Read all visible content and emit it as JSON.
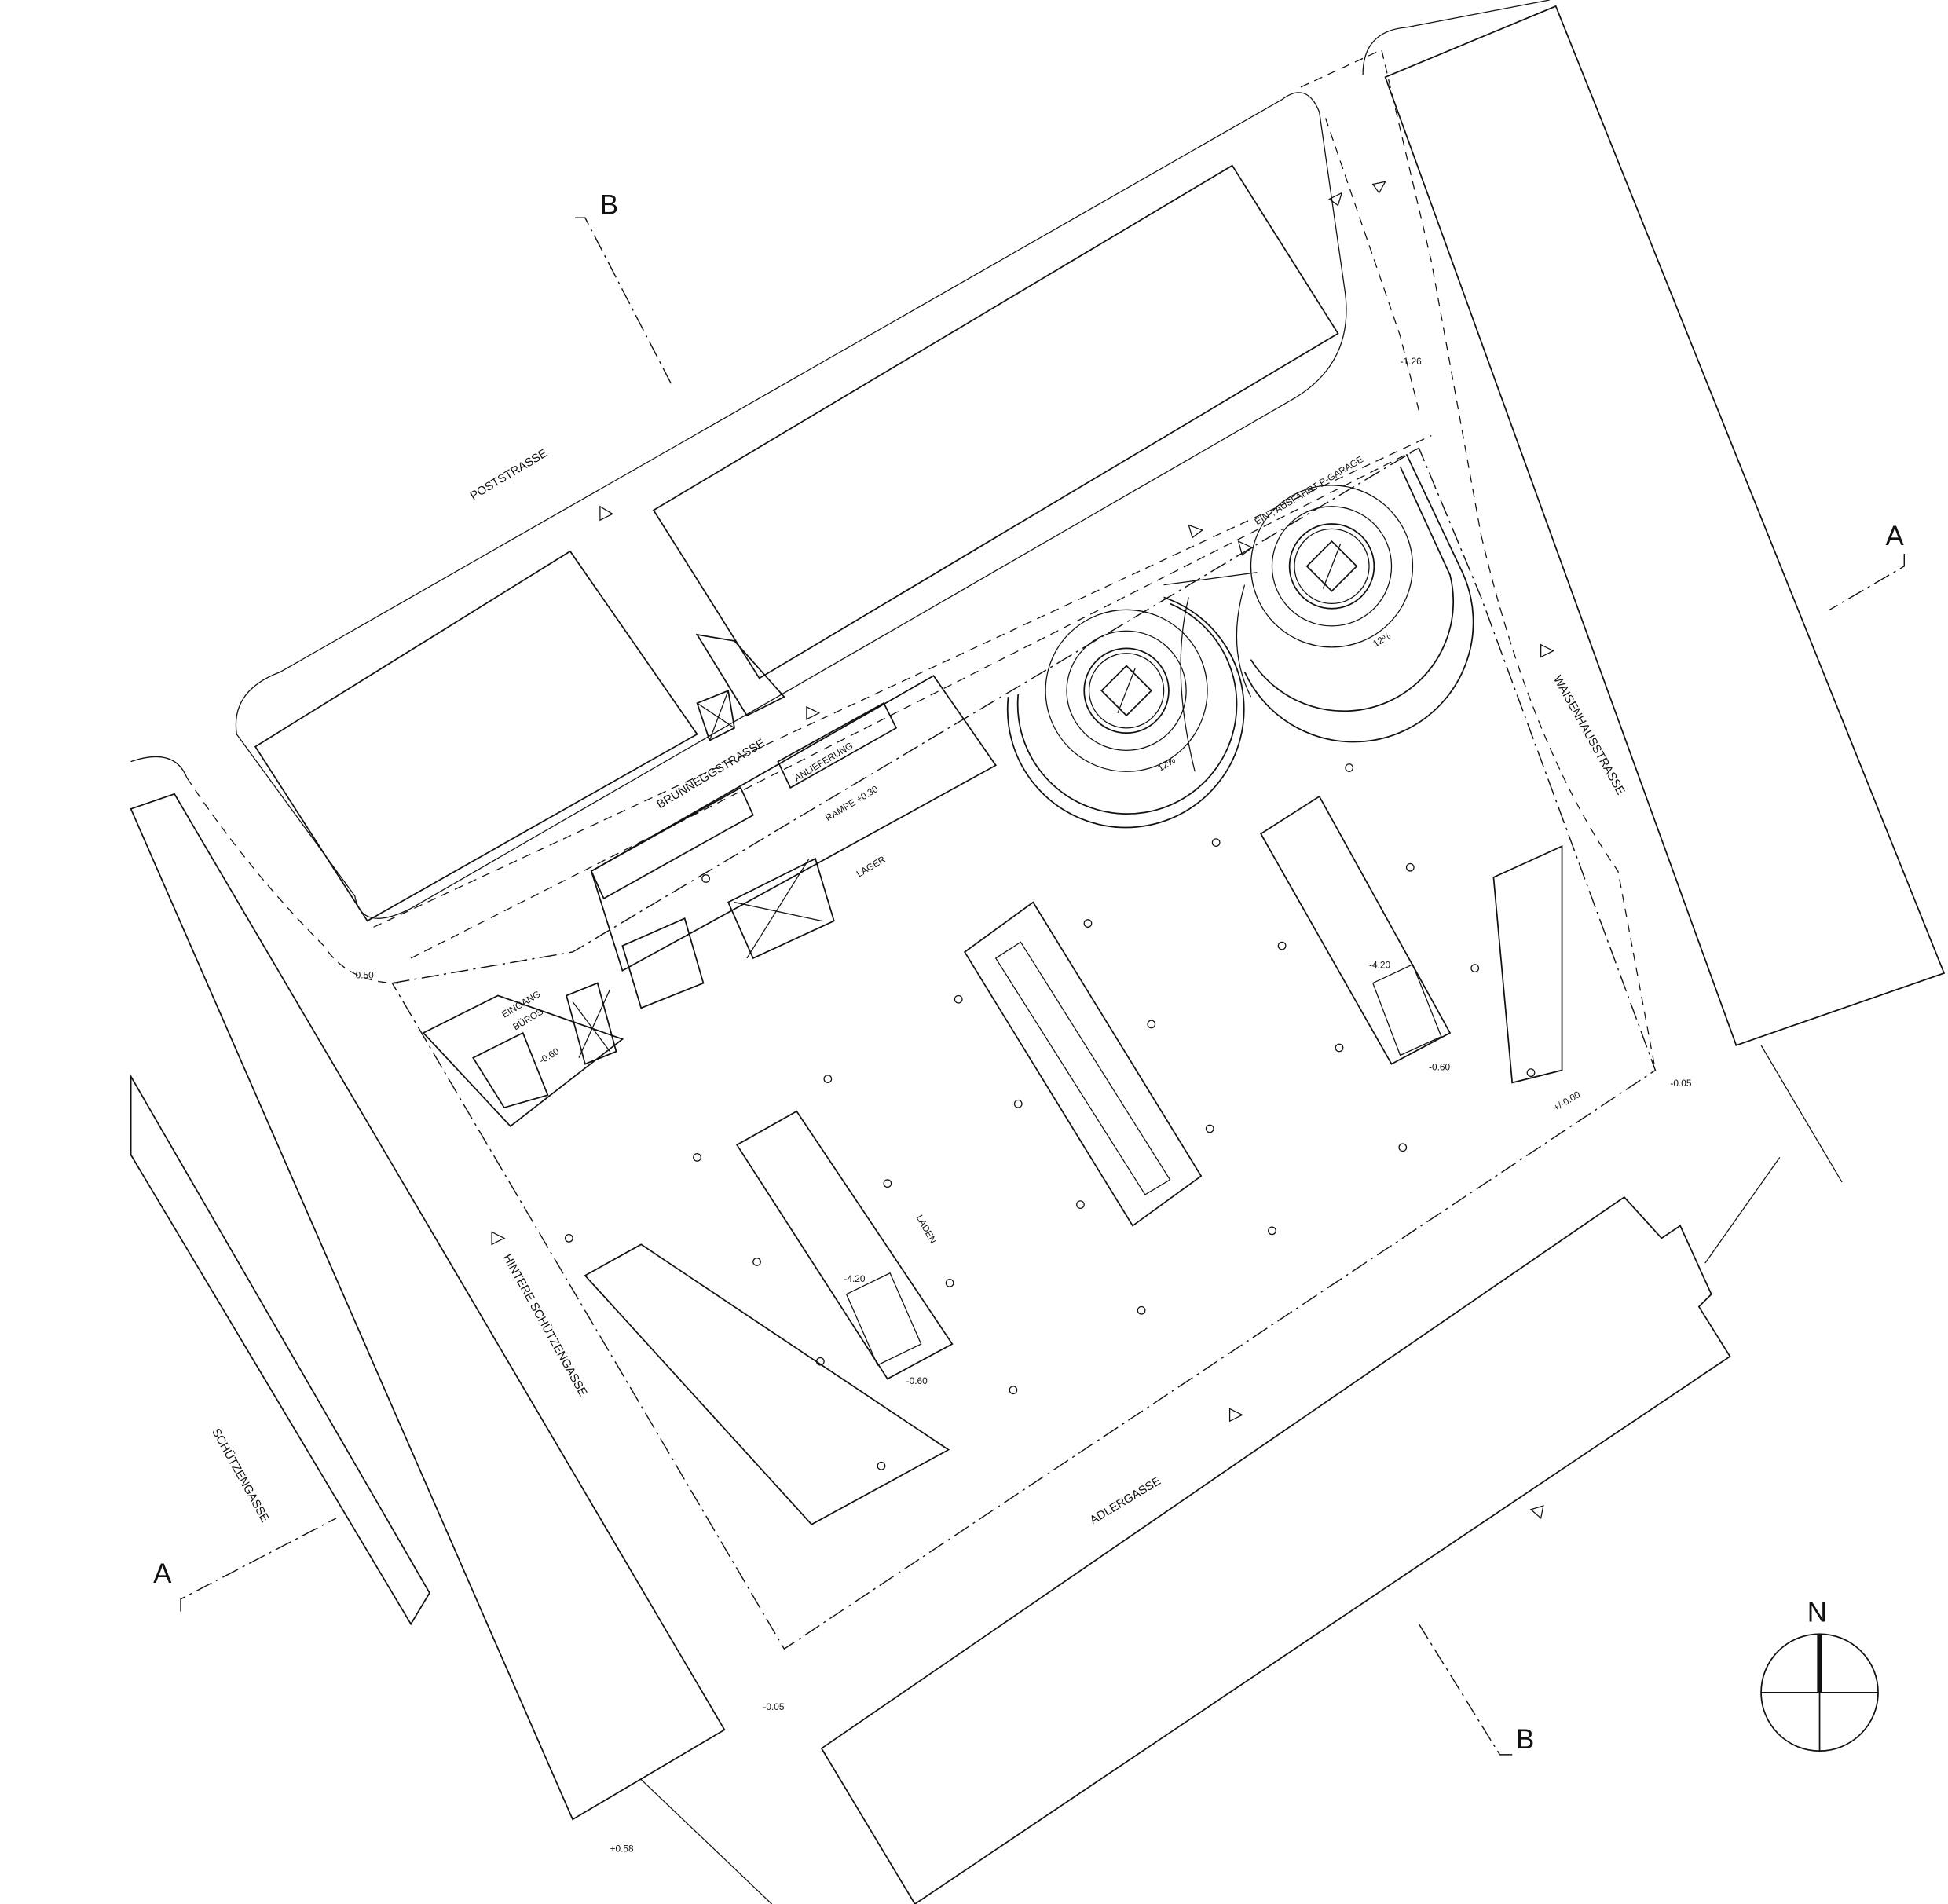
{
  "streets": {
    "poststrasse": "POSTSTRASSE",
    "brunneggstrasse": "BRUNNEGGSTRASSE",
    "waisenhausstrasse": "WAISENHAUSSTRASSE",
    "hintere_schuetzengasse": "HINTERE SCHÜTZENGASSE",
    "schuetzengasse": "SCHÜTZENGASSE",
    "adlergasse": "ADLERGASSE"
  },
  "rooms": {
    "anlieferung": "ANLIEFERUNG",
    "rampe": "RAMPE +0.30",
    "lager": "LAGER",
    "laden": "LADEN",
    "eingang": "EINGANG",
    "bueros": "BÜROS",
    "garage_access": "EIN-, AUSFAHRT P-GARAGE",
    "ramp_slope_1": "12%",
    "ramp_slope_2": "12%"
  },
  "levels": {
    "top_corner": "-1.26",
    "west_corner": "-0.50",
    "entrance": "-0.60",
    "stair_left_top": "-4.20",
    "stair_left_bottom": "-0.60",
    "stair_right_top": "-4.20",
    "stair_right_bottom": "-0.60",
    "east_corner": "-0.05",
    "zero": "+/-0.00",
    "south_corner": "-0.05",
    "south_west": "+0.58"
  },
  "sections": {
    "a_left": "A",
    "a_right": "A",
    "b_top": "B",
    "b_bottom": "B"
  },
  "compass": {
    "north": "N"
  }
}
